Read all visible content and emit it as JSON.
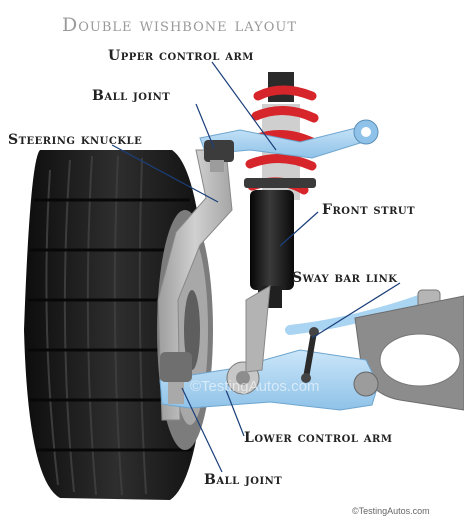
{
  "title": "Double wishbone layout",
  "labels": {
    "upper_control_arm": "Upper control arm",
    "ball_joint_top": "Ball joint",
    "steering_knuckle": "Steering knuckle",
    "front_strut": "Front strut",
    "sway_bar_link": "Sway bar link",
    "lower_control_arm": "Lower control arm",
    "ball_joint_bottom": "Ball joint"
  },
  "watermark": "©TestingAutos.com",
  "credit": "©TestingAutos.com",
  "colors": {
    "arm": "#a9d4f2",
    "spring": "#d7262b",
    "tire": "#1e1e1e",
    "strut": "#1a1a1a",
    "knuckle": "#b9b9b9",
    "title": "#9a9a9a"
  }
}
